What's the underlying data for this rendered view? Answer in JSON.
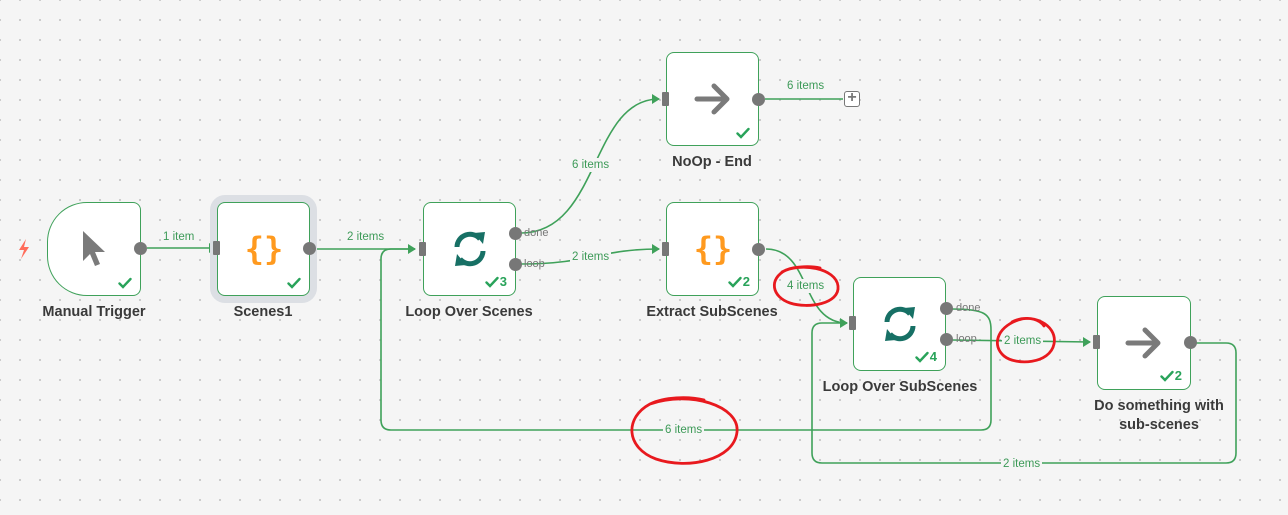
{
  "nodes": {
    "manual_trigger": {
      "label": "Manual Trigger"
    },
    "scenes1": {
      "label": "Scenes1"
    },
    "loop_over_scenes": {
      "label": "Loop Over Scenes",
      "run_count": "3"
    },
    "noop_end": {
      "label": "NoOp - End"
    },
    "extract_subscenes": {
      "label": "Extract SubScenes",
      "run_count": "2"
    },
    "loop_over_subscenes": {
      "label": "Loop Over SubScenes",
      "run_count": "4"
    },
    "do_something": {
      "label": "Do something with sub-scenes",
      "run_count": "2"
    }
  },
  "ports": {
    "done": "done",
    "loop": "loop"
  },
  "edges": {
    "trigger_to_scenes": "1 item",
    "scenes_to_loop": "2 items",
    "loop_done_to_noop": "6 items",
    "noop_out": "6 items",
    "loop_loop_to_extract": "2 items",
    "extract_to_subloop": "4 items",
    "subloop_loop_to_do": "2 items",
    "subloop_done_back": "6 items",
    "do_back_to_subloop": "2 items"
  },
  "colors": {
    "connection": "#3fa15a",
    "node_border": "#3fa15a",
    "success_check": "#29a35a",
    "code_icon": "#ff9a1f",
    "loop_icon": "#177065",
    "arrow_icon": "#7a7a7a",
    "trigger_bolt": "#ff6c5a",
    "annotation": "#e8191e"
  },
  "icons": {
    "trigger": "cursor-pointer-icon",
    "code": "curly-braces-icon",
    "loop": "refresh-loop-icon",
    "noop": "arrow-right-icon",
    "status": "checkmark-icon",
    "add": "plus-square-icon"
  }
}
